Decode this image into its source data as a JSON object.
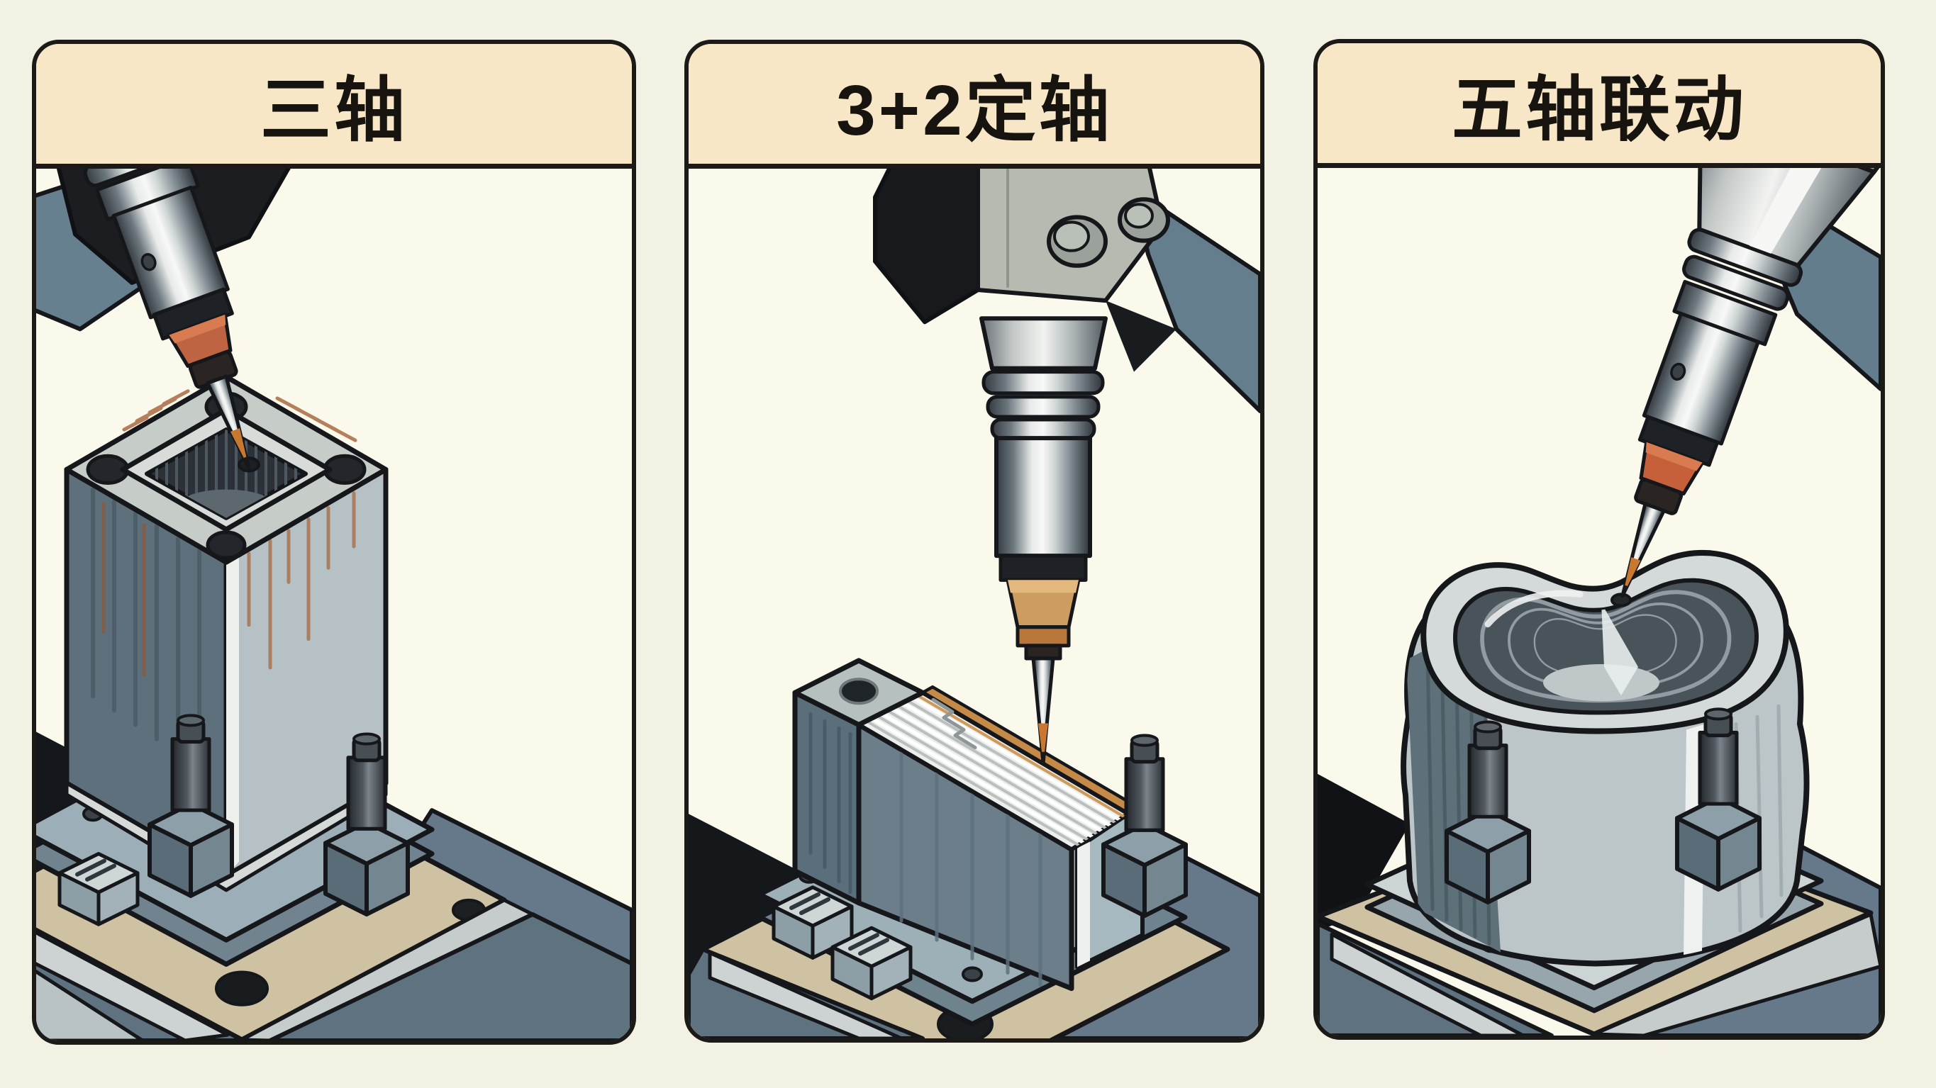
{
  "page": {
    "background": "#f3f1e3",
    "panel_border": "#1b1a16",
    "header_bg": "#f8e7c6",
    "header_text": "#17140f",
    "body_bg": "#fbf8ec"
  },
  "figure": {
    "description": "Three-panel comic-style comparison of CNC milling modes",
    "panel_count": 3
  },
  "panels": [
    {
      "id": "three-axis",
      "label": "三轴",
      "alt": "Vertical spindle with pointed cutter machining a square pocket block with corner bolt holes and rust streaks, clamped on a tan fixture plate"
    },
    {
      "id": "three-plus-two-fixed",
      "label": "3+2定轴",
      "alt": "Vertical spindle machining an angled wedge workpiece with striped stepped slope, clamped on a fixture plate"
    },
    {
      "id": "five-axis-simultaneous",
      "label": "五轴联动",
      "alt": "Tilted spindle machining a freeform kidney-shaped bowl cavity, clamped on a fixture plate"
    }
  ],
  "palette": {
    "outline": "#15171a",
    "steel_dark": "#5d707c",
    "steel_mid": "#8ea1ab",
    "steel_light": "#b7c2c6",
    "fixture_tan": "#cfc2a3",
    "machine_blue_gray": "#67808f",
    "collet_orange": "#bf6442",
    "collet_tan": "#cd9c60",
    "tool_tip_orange": "#c8792f",
    "rust": "#a86a42",
    "shadow_black": "#14171b"
  }
}
